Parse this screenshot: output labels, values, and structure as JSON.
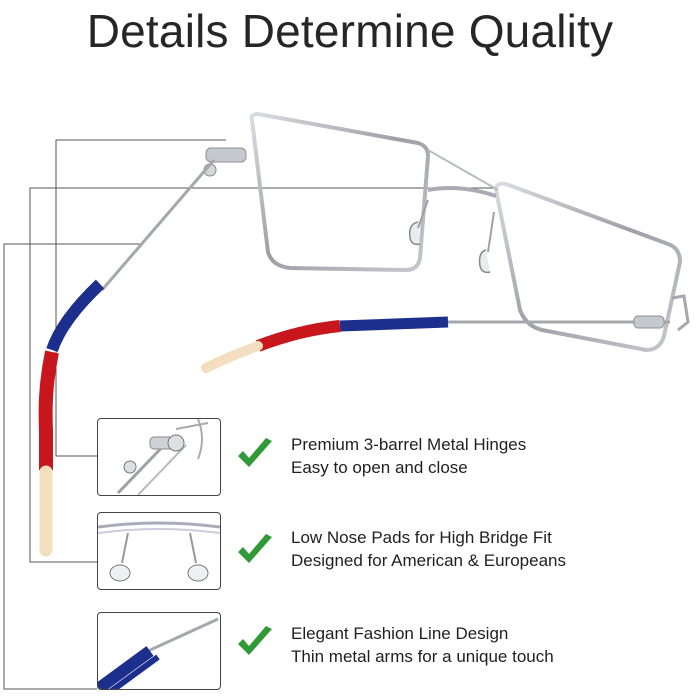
{
  "header": {
    "title": "Details Determine Quality"
  },
  "features": [
    {
      "line1": "Premium 3-barrel Metal Hinges",
      "line2": "Easy to open and close",
      "icon": "check-icon"
    },
    {
      "line1": "Low Nose Pads for High Bridge Fit",
      "line2": "Designed for American & Europeans",
      "icon": "check-icon"
    },
    {
      "line1": "Elegant Fashion Line Design",
      "line2": "Thin metal arms for a unique touch",
      "icon": "check-icon"
    }
  ],
  "colors": {
    "title": "#262626",
    "check": "#2f9a36",
    "frame_metal": "#a9adb3",
    "arm_blue": "#1c2f8c",
    "arm_red": "#c8161d",
    "tip": "#f3dfbf",
    "callout_line": "#555555"
  }
}
